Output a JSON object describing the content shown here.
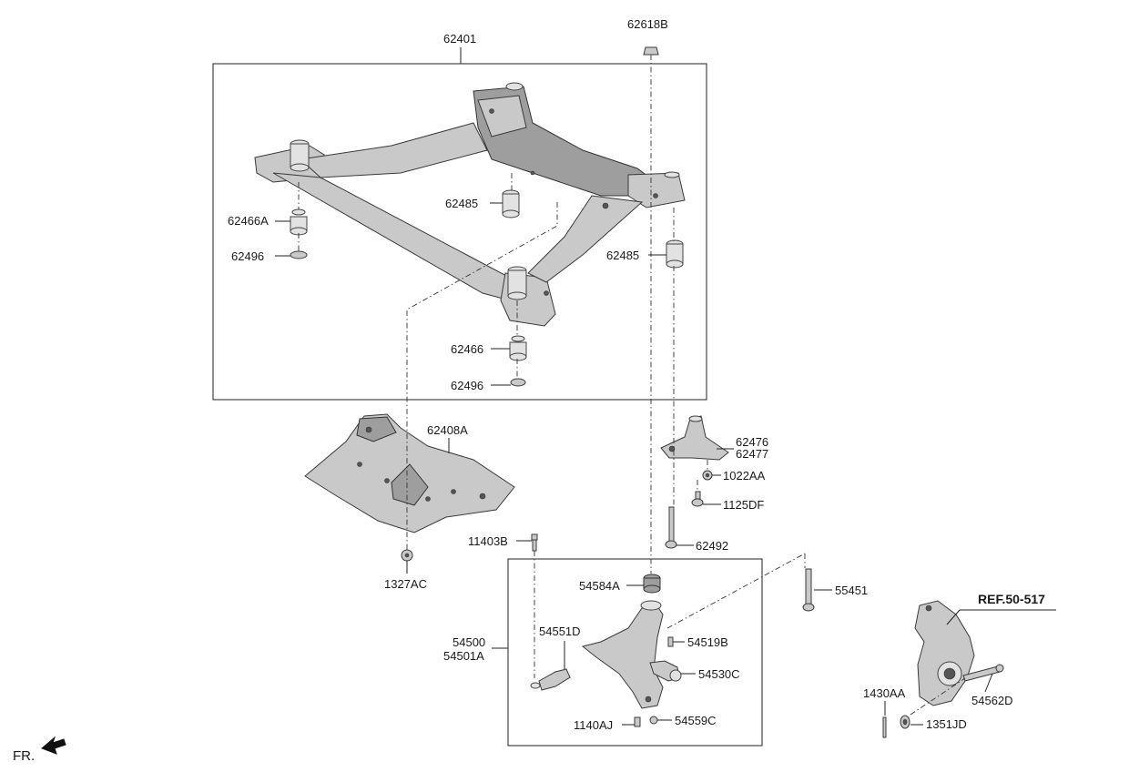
{
  "labels": {
    "p62401": "62401",
    "p62618B": "62618B",
    "p62485a": "62485",
    "p62485b": "62485",
    "p62466A": "62466A",
    "p62496a": "62496",
    "p62466": "62466",
    "p62496b": "62496",
    "p62408A": "62408A",
    "p62476": "62476",
    "p62477": "62477",
    "p1022AA": "1022AA",
    "p1125DF": "1125DF",
    "p62492": "62492",
    "p11403B": "11403B",
    "p1327AC": "1327AC",
    "p54584A": "54584A",
    "p55451": "55451",
    "p54500": "54500",
    "p54501A": "54501A",
    "p54551D": "54551D",
    "p54519B": "54519B",
    "p54530C": "54530C",
    "p1140AJ": "1140AJ",
    "p54559C": "54559C",
    "ref": "REF.50-517",
    "p1430AA": "1430AA",
    "p54562D": "54562D",
    "p1351JD": "1351JD",
    "fr": "FR."
  },
  "colors": {
    "part_fill": "#c9c9c9",
    "part_dark": "#9e9e9e",
    "line": "#222222"
  }
}
